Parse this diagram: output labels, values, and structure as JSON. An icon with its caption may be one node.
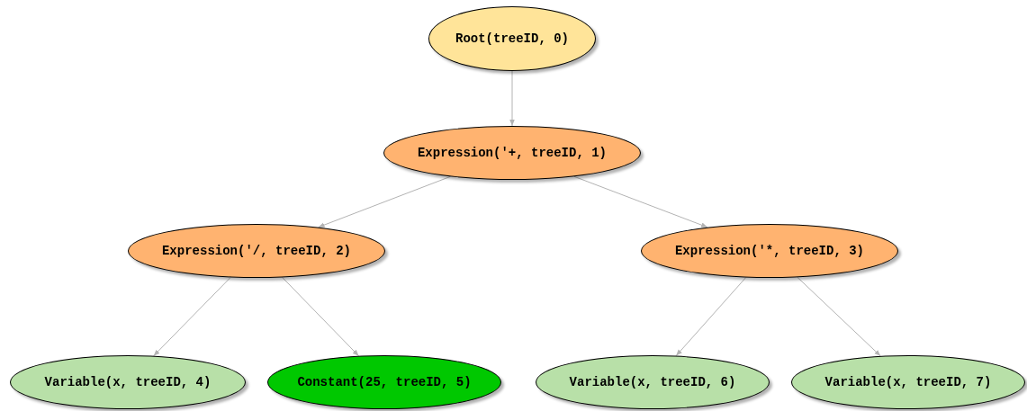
{
  "diagram": {
    "nodes": [
      {
        "text": [
          "Root(treeID, 0)"
        ]
      },
      {
        "text": [
          "Expression('+, treeID, 1)"
        ]
      },
      {
        "text": [
          "Expression('/, treeID, 2)"
        ]
      },
      {
        "text": [
          "Expression('*, treeID, 3)"
        ]
      },
      {
        "text": [
          "Variable(x, treeID, 4)"
        ]
      },
      {
        "text": [
          "Constant(25, treeID, 5)"
        ]
      },
      {
        "text": [
          "Variable(x, treeID, 6)"
        ]
      },
      {
        "text": [
          "Variable(x, treeID, 7)"
        ]
      }
    ],
    "edges": [
      {
        "from": 0,
        "to": 1,
        "arrow": "to"
      },
      {
        "from": 1,
        "to": 2,
        "arrow": "to"
      },
      {
        "from": 1,
        "to": 3,
        "arrow": "to"
      },
      {
        "from": 2,
        "to": 4,
        "arrow": "to"
      },
      {
        "from": 2,
        "to": 5,
        "arrow": "to"
      },
      {
        "from": 3,
        "to": 6,
        "arrow": "to"
      },
      {
        "from": 3,
        "to": 7,
        "arrow": "to"
      }
    ]
  }
}
